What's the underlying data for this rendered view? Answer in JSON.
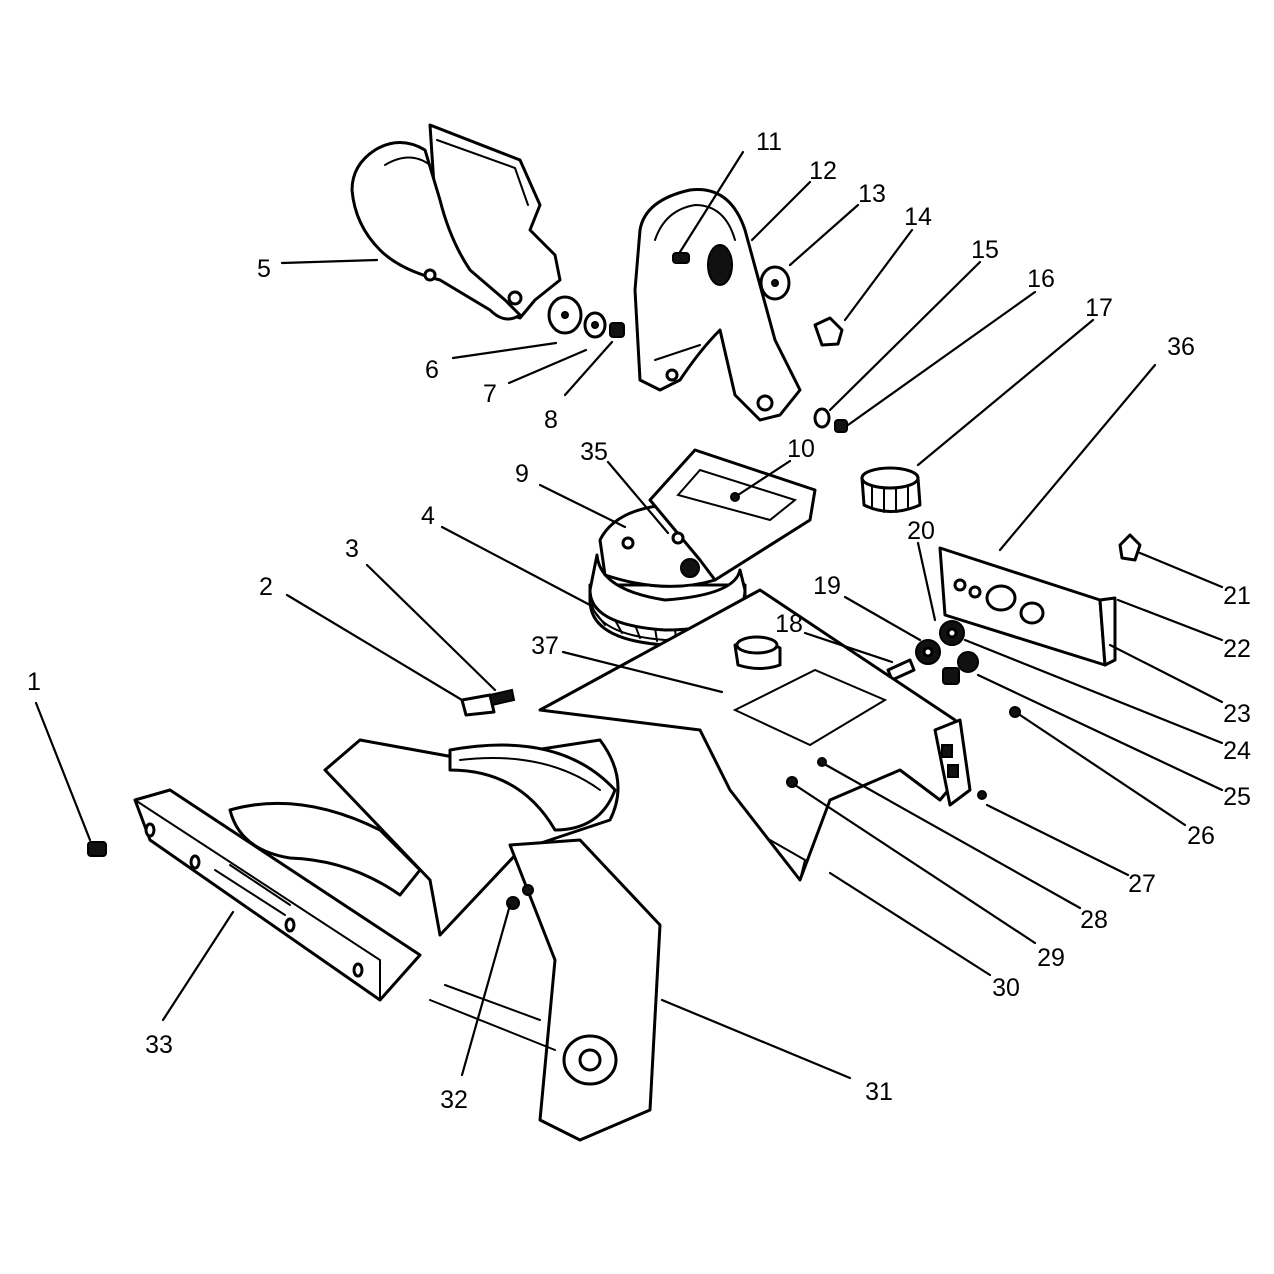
{
  "callouts": [
    {
      "id": "1",
      "text": "1"
    },
    {
      "id": "2",
      "text": "2"
    },
    {
      "id": "3",
      "text": "3"
    },
    {
      "id": "4",
      "text": "4"
    },
    {
      "id": "5",
      "text": "5"
    },
    {
      "id": "6",
      "text": "6"
    },
    {
      "id": "7",
      "text": "7"
    },
    {
      "id": "8",
      "text": "8"
    },
    {
      "id": "9",
      "text": "9"
    },
    {
      "id": "10",
      "text": "10"
    },
    {
      "id": "11",
      "text": "11"
    },
    {
      "id": "12",
      "text": "12"
    },
    {
      "id": "13",
      "text": "13"
    },
    {
      "id": "14",
      "text": "14"
    },
    {
      "id": "15",
      "text": "15"
    },
    {
      "id": "16",
      "text": "16"
    },
    {
      "id": "17",
      "text": "17"
    },
    {
      "id": "18",
      "text": "18"
    },
    {
      "id": "19",
      "text": "19"
    },
    {
      "id": "20",
      "text": "20"
    },
    {
      "id": "21",
      "text": "21"
    },
    {
      "id": "22",
      "text": "22"
    },
    {
      "id": "23",
      "text": "23"
    },
    {
      "id": "24",
      "text": "24"
    },
    {
      "id": "25",
      "text": "25"
    },
    {
      "id": "26",
      "text": "26"
    },
    {
      "id": "27",
      "text": "27"
    },
    {
      "id": "28",
      "text": "28"
    },
    {
      "id": "29",
      "text": "29"
    },
    {
      "id": "30",
      "text": "30"
    },
    {
      "id": "31",
      "text": "31"
    },
    {
      "id": "32",
      "text": "32"
    },
    {
      "id": "33",
      "text": "33"
    },
    {
      "id": "35",
      "text": "35"
    },
    {
      "id": "36",
      "text": "36"
    },
    {
      "id": "37",
      "text": "37"
    }
  ]
}
